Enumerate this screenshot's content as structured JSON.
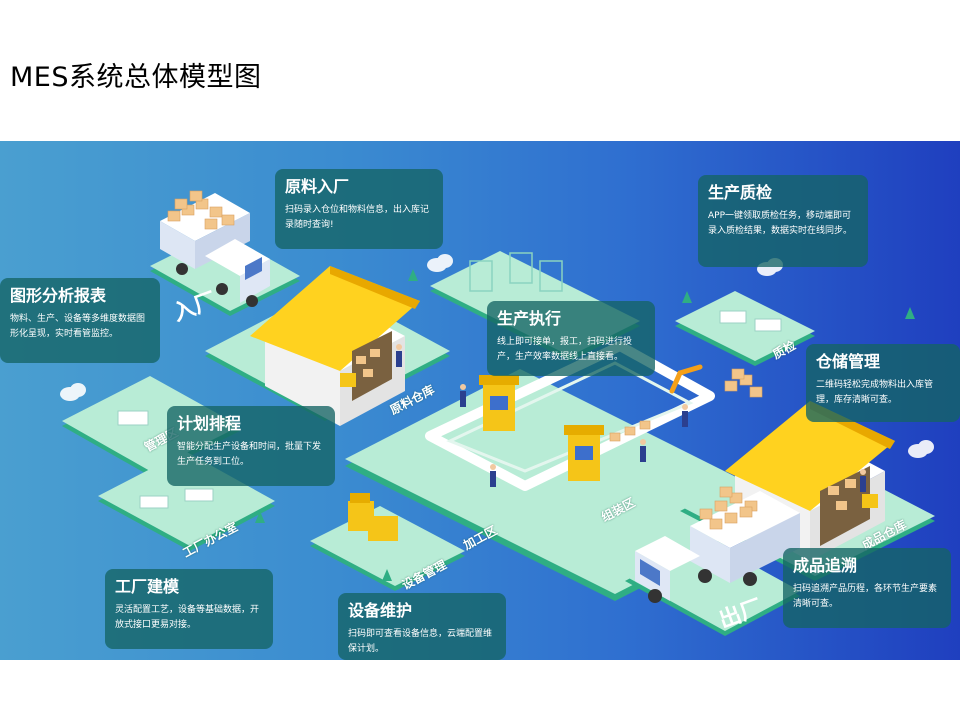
{
  "page": {
    "title": "MES系统总体模型图"
  },
  "callouts": {
    "raw_in": {
      "title": "原料入厂",
      "desc": "扫码录入仓位和物料信息，出入库记录随时查询!"
    },
    "quality": {
      "title": "生产质检",
      "desc": "APP一键领取质检任务，移动端即可录入质检结果，数据实时在线同步。"
    },
    "charts": {
      "title": "图形分析报表",
      "desc": "物料、生产、设备等多维度数据图形化呈现，实时看管监控。"
    },
    "execution": {
      "title": "生产执行",
      "desc": "线上即可接单，报工，扫码进行投产，生产效率数据线上直接看。"
    },
    "warehouse": {
      "title": "仓储管理",
      "desc": "二维码轻松完成物料出入库管理，库存清晰可查。"
    },
    "schedule": {
      "title": "计划排程",
      "desc": "智能分配生产设备和时间，批量下发生产任务到工位。"
    },
    "trace": {
      "title": "成品追溯",
      "desc": "扫码追溯产品历程，各环节生产要素清晰可查。"
    },
    "factory": {
      "title": "工厂建模",
      "desc": "灵活配置工艺，设备等基础数据，开放式接口更易对接。"
    },
    "maintain": {
      "title": "设备维护",
      "desc": "扫码即可查看设备信息，云端配置维保计划。"
    }
  },
  "floor_labels": {
    "in_factory": "入厂",
    "raw_store": "原料仓库",
    "quality_zone": "质检",
    "manage_zone": "管理区",
    "factory_office": "工厂办公室",
    "equipment_mgmt": "设备管理",
    "processing": "加工区",
    "assembly": "组装区",
    "product_store": "成品仓库",
    "out_factory": "出厂"
  },
  "colors": {
    "floor": "#b8ecd6",
    "floor_edge": "#2fae84",
    "warehouse_roof": "#ffd21f",
    "robot": "#f5c518",
    "box": "#f2c58a"
  }
}
